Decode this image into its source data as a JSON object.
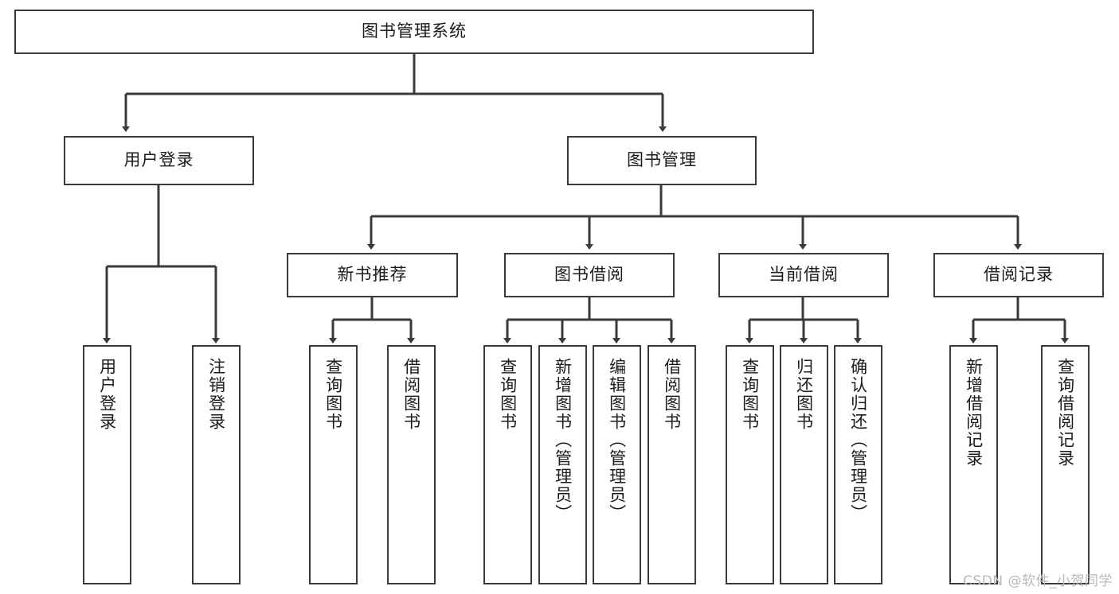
{
  "diagram": {
    "type": "tree",
    "title": "图书管理系统",
    "root": {
      "id": "root",
      "label": "图书管理系统",
      "orientation": "horizontal"
    },
    "level2": [
      {
        "id": "user-login",
        "label": "用户登录",
        "orientation": "horizontal"
      },
      {
        "id": "book-manage",
        "label": "图书管理",
        "orientation": "horizontal"
      }
    ],
    "level3": [
      {
        "id": "new-book-recommend",
        "label": "新书推荐",
        "orientation": "horizontal",
        "parent": "book-manage"
      },
      {
        "id": "book-borrow",
        "label": "图书借阅",
        "orientation": "horizontal",
        "parent": "book-manage"
      },
      {
        "id": "current-borrow",
        "label": "当前借阅",
        "orientation": "horizontal",
        "parent": "book-manage"
      },
      {
        "id": "borrow-record",
        "label": "借阅记录",
        "orientation": "horizontal",
        "parent": "book-manage"
      }
    ],
    "leaves": [
      {
        "id": "leaf-user-login",
        "label": "用户登录",
        "parent": "user-login"
      },
      {
        "id": "leaf-user-logout",
        "label": "注销登录",
        "parent": "user-login"
      },
      {
        "id": "leaf-query-book-1",
        "label": "查询图书",
        "parent": "new-book-recommend"
      },
      {
        "id": "leaf-borrow-book-1",
        "label": "借阅图书",
        "parent": "new-book-recommend"
      },
      {
        "id": "leaf-query-book-2",
        "label": "查询图书",
        "parent": "book-borrow"
      },
      {
        "id": "leaf-add-book",
        "label": "新增图书（管理员）",
        "parent": "book-borrow"
      },
      {
        "id": "leaf-edit-book",
        "label": "编辑图书（管理员）",
        "parent": "book-borrow"
      },
      {
        "id": "leaf-borrow-book-2",
        "label": "借阅图书",
        "parent": "book-borrow"
      },
      {
        "id": "leaf-query-book-3",
        "label": "查询图书",
        "parent": "current-borrow"
      },
      {
        "id": "leaf-return-book",
        "label": "归还图书",
        "parent": "current-borrow"
      },
      {
        "id": "leaf-confirm-return",
        "label": "确认归还（管理员）",
        "parent": "current-borrow"
      },
      {
        "id": "leaf-add-record",
        "label": "新增借阅记录",
        "parent": "borrow-record"
      },
      {
        "id": "leaf-query-record",
        "label": "查询借阅记录",
        "parent": "borrow-record"
      }
    ],
    "colors": {
      "stroke": "#3a3a3a",
      "fill": "#ffffff",
      "text": "#1b1b1b",
      "watermark": "#b9b9b9"
    }
  },
  "watermark": {
    "text": "CSDN @软件_小贺同学"
  }
}
